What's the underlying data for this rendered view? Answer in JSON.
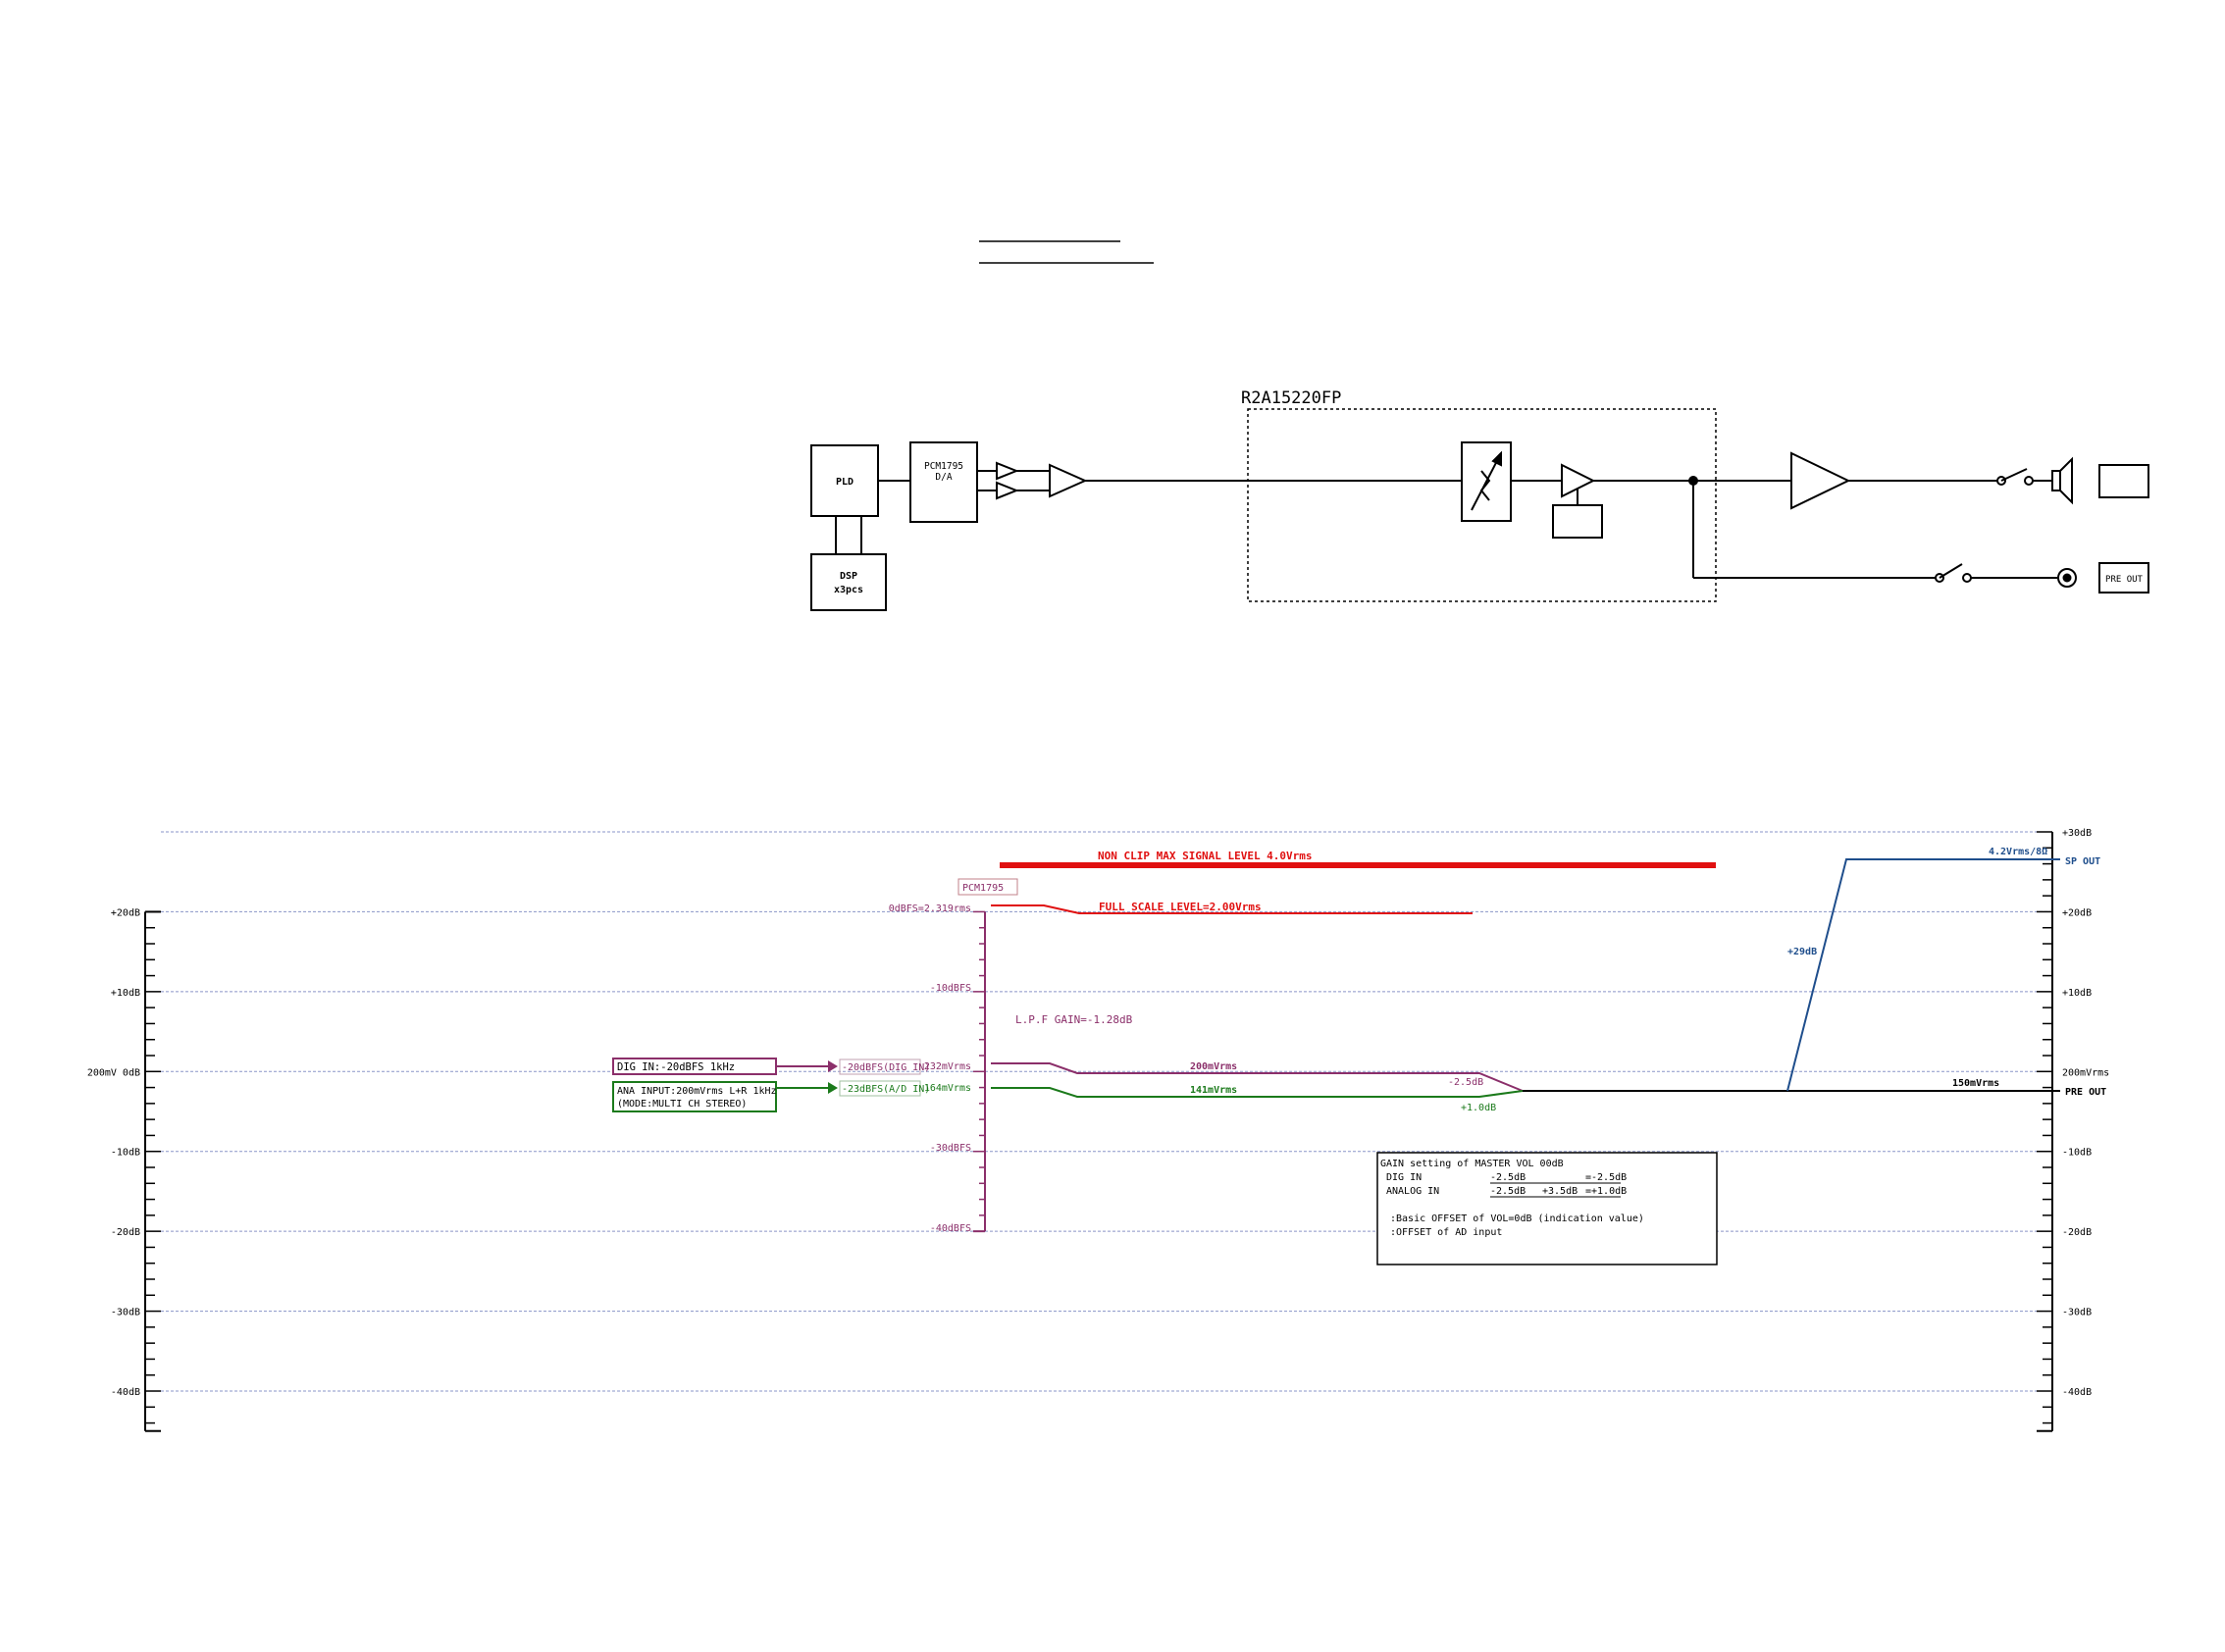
{
  "colors": {
    "line": "#000000",
    "grid": "#8a95c8",
    "red": "#e01010",
    "purple": "#8b2f6a",
    "green": "#1b7a1b",
    "blue": "#1f4e8c"
  },
  "block": {
    "chip": "R2A15220FP",
    "pld": "PLD",
    "dsp": "DSP",
    "dsp_count": "x3pcs",
    "dac": "PCM1795",
    "dac_sub": "D/A",
    "pre_out": "PRE OUT"
  },
  "level": {
    "ticks": [
      "+30dB",
      "+20dB",
      "+10dB",
      "0dB",
      "-10dB",
      "-20dB",
      "-30dB",
      "-40dB"
    ],
    "left_zero_prefix": "200mV",
    "right_zero": "200mVrms",
    "pcm_tag": "PCM1795",
    "dbfs_ticks": [
      "0dBFS=2.319rms",
      "-10dBFS",
      "-30dBFS",
      "-40dBFS"
    ],
    "non_clip": "NON CLIP MAX SIGNAL LEVEL 4.0Vrms",
    "full_scale": "FULL SCALE LEVEL=2.00Vrms",
    "lpf_gain": "L.P.F GAIN=-1.28dB",
    "dig_in_box": "DIG IN:-20dBFS 1kHz",
    "ana_in_line1": "ANA INPUT:200mVrms L+R 1kHz",
    "ana_in_line2": "(MODE:MULTI CH STEREO)",
    "dig_tag": "-20dBFS(DIG IN)",
    "ad_tag": "-23dBFS(A/D IN)",
    "dig_lvl": "232mVrms",
    "ana_lvl": "164mVrms",
    "dig_lvl2": "200mVrms",
    "ana_lvl2": "141mVrms",
    "dig_vol": "-2.5dB",
    "ana_vol": "+1.0dB",
    "out_lvl": "150mVrms",
    "gain": "+29dB",
    "sp_lvl": "4.2Vrms/8Ω",
    "sp_out": "SP OUT",
    "pre_out": "PRE OUT",
    "gain_box": {
      "title": "GAIN setting of MASTER VOL 00dB",
      "row1_label": "DIG IN",
      "row1_a": "-2.5dB",
      "row1_b": "=-2.5dB",
      "row2_label": "ANALOG IN",
      "row2_a": "-2.5dB",
      "row2_b": "+3.5dB",
      "row2_c": "=+1.0dB",
      "note1": ":Basic OFFSET of VOL=0dB (indication value)",
      "note2": ":OFFSET of AD input"
    }
  }
}
